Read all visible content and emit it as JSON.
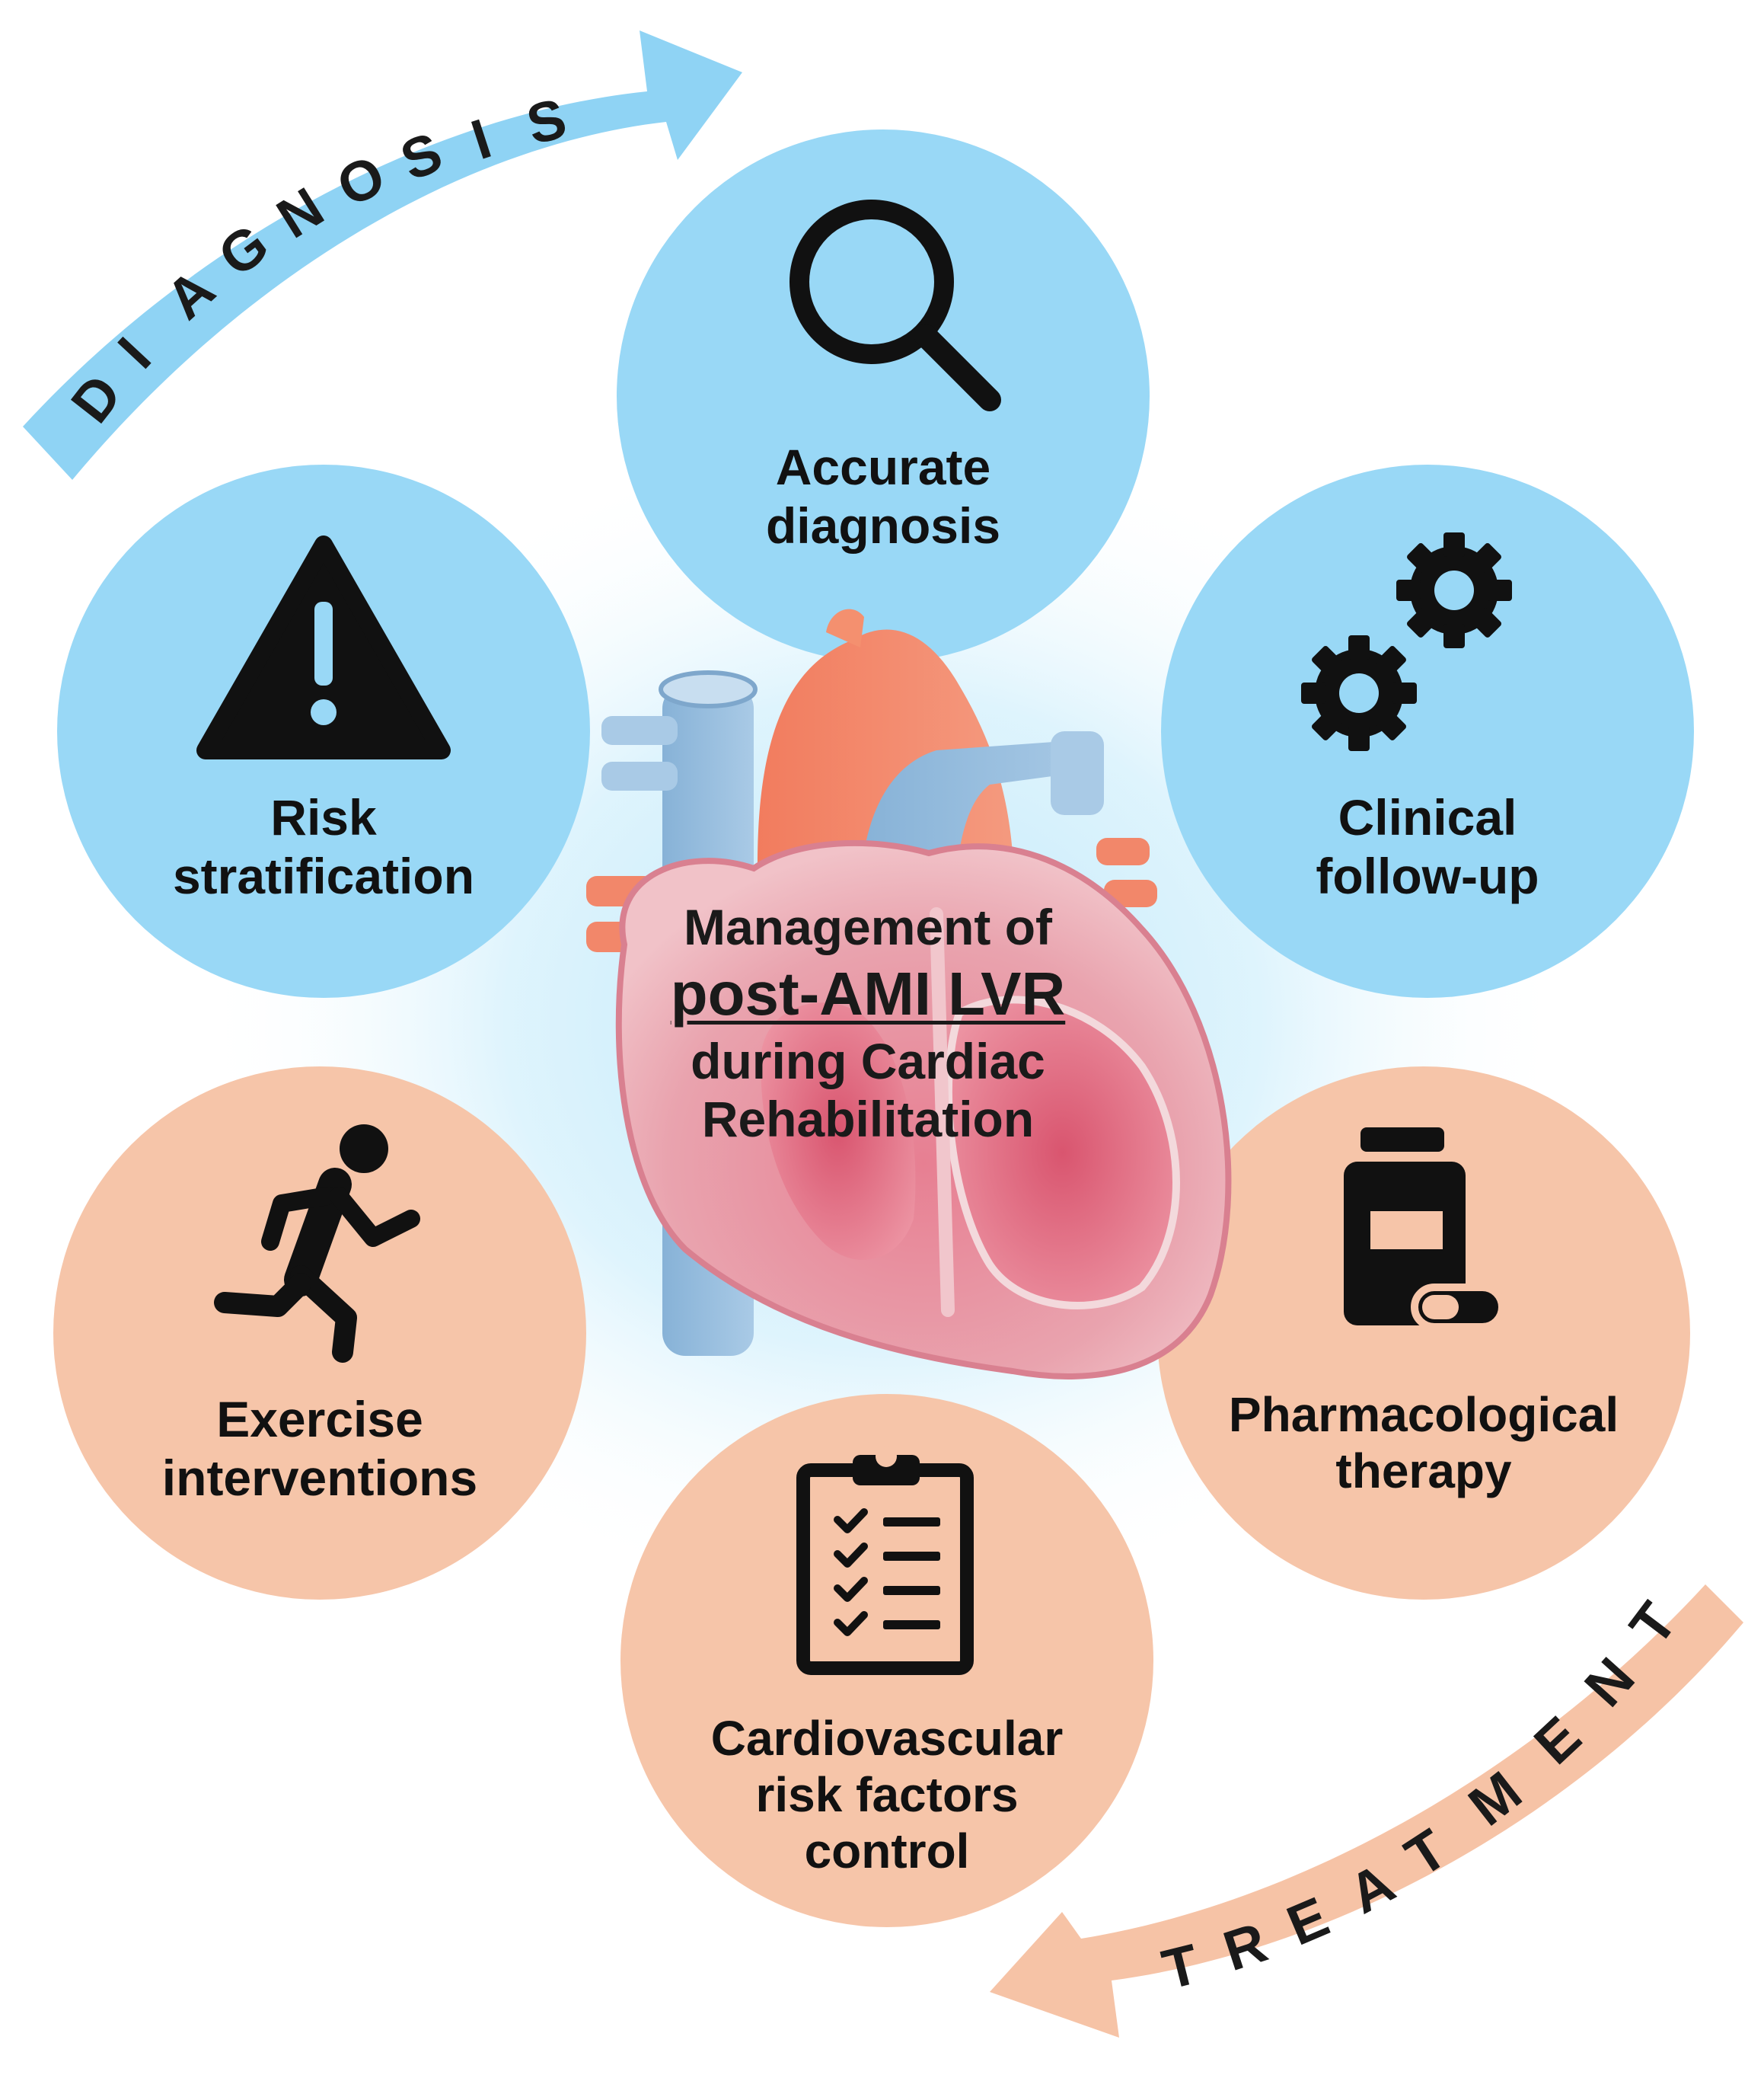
{
  "arrows": {
    "diagnosis": {
      "label": "DIAGNOSIS",
      "color": "#8fd3f4"
    },
    "treatment": {
      "label": "TREATMENT",
      "color": "#f6c3a6"
    }
  },
  "center": {
    "line1": "Management of",
    "line2": "post-AMI LVR",
    "line3": "during Cardiac",
    "line4": "Rehabilitation"
  },
  "nodes": {
    "accurate_diagnosis": {
      "line1": "Accurate",
      "line2": "diagnosis",
      "icon": "magnifier-icon"
    },
    "clinical_followup": {
      "line1": "Clinical",
      "line2": "follow-up",
      "icon": "gears-icon"
    },
    "risk_stratification": {
      "line1": "Risk",
      "line2": "stratification",
      "icon": "warning-icon"
    },
    "exercise_interventions": {
      "line1": "Exercise",
      "line2": "interventions",
      "icon": "runner-icon"
    },
    "pharmacological_therapy": {
      "line1": "Pharmacological",
      "line2": "therapy",
      "icon": "pill-bottle-icon"
    },
    "cv_risk_factors": {
      "line1": "Cardiovascular",
      "line2": "risk factors",
      "line3": "control",
      "icon": "clipboard-icon"
    }
  },
  "colors": {
    "diagnosis_circle": "#99d8f6",
    "treatment_circle": "#f6c5a9",
    "glow": "#c9ecfb",
    "icon": "#111111",
    "heart_muscle": "#e79aa6",
    "aorta": "#f08a6c",
    "vein": "#8fb7d9"
  }
}
